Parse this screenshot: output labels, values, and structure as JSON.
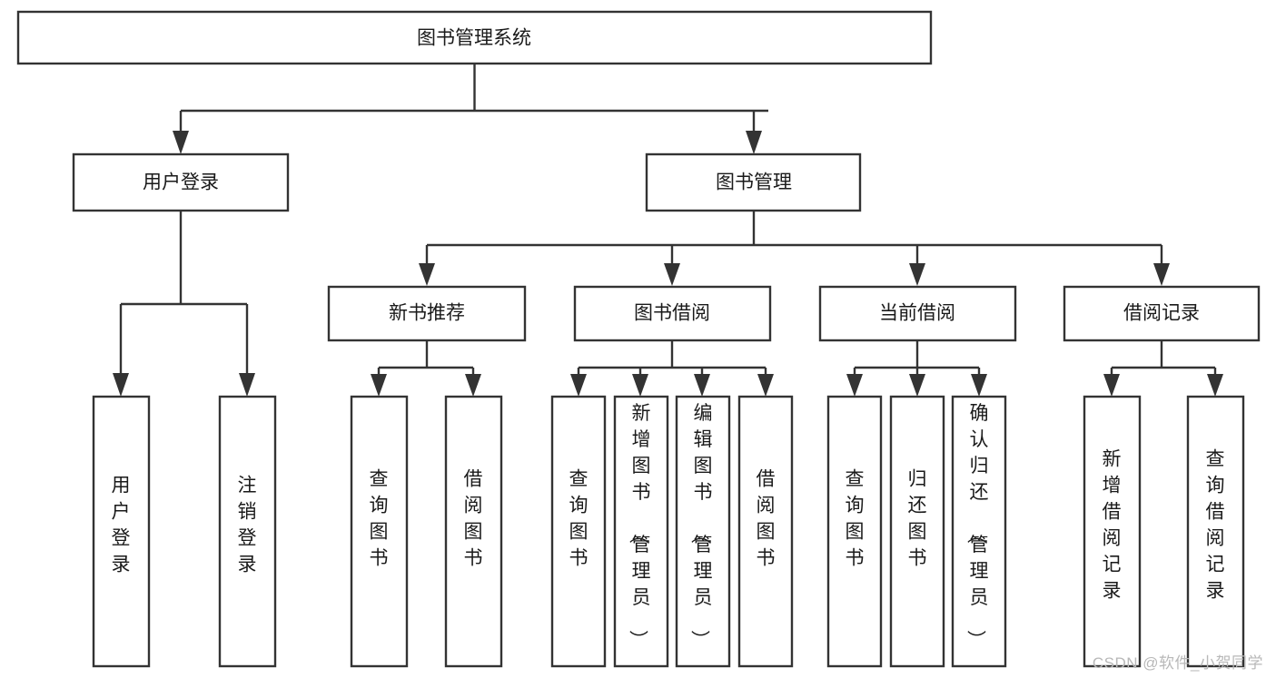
{
  "diagram": {
    "type": "tree",
    "title": "图书管理系统",
    "orientation": "top-down",
    "watermark": "CSDN @软件_小贺同学",
    "colors": {
      "box_fill": "#ffffff",
      "box_stroke": "#333333",
      "text": "#1a1a1a",
      "watermark": "#b8b8b8",
      "background": "#ffffff"
    },
    "nodes": {
      "root": {
        "label": "图书管理系统",
        "level": 0,
        "orientation": "horizontal"
      },
      "n_user_login": {
        "label": "用户登录",
        "level": 1,
        "orientation": "horizontal"
      },
      "n_book_mgmt": {
        "label": "图书管理",
        "level": 1,
        "orientation": "horizontal"
      },
      "n_new_book_rec": {
        "label": "新书推荐",
        "level": 2,
        "orientation": "horizontal"
      },
      "n_book_borrow": {
        "label": "图书借阅",
        "level": 2,
        "orientation": "horizontal"
      },
      "n_current_borrow": {
        "label": "当前借阅",
        "level": 2,
        "orientation": "horizontal"
      },
      "n_borrow_record": {
        "label": "借阅记录",
        "level": 2,
        "orientation": "horizontal"
      },
      "l_user_login": {
        "label": "用户登录",
        "level": 3,
        "orientation": "vertical"
      },
      "l_logout": {
        "label": "注销登录",
        "level": 3,
        "orientation": "vertical"
      },
      "l_query_book_1": {
        "label": "查询图书",
        "level": 3,
        "orientation": "vertical"
      },
      "l_borrow_book_1": {
        "label": "借阅图书",
        "level": 3,
        "orientation": "vertical"
      },
      "l_query_book_2": {
        "label": "查询图书",
        "level": 3,
        "orientation": "vertical"
      },
      "l_add_book": {
        "label": "新增图书（管理员）",
        "level": 3,
        "orientation": "vertical"
      },
      "l_edit_book": {
        "label": "编辑图书（管理员）",
        "level": 3,
        "orientation": "vertical"
      },
      "l_borrow_book_2": {
        "label": "借阅图书",
        "level": 3,
        "orientation": "vertical"
      },
      "l_query_book_3": {
        "label": "查询图书",
        "level": 3,
        "orientation": "vertical"
      },
      "l_return_book": {
        "label": "归还图书",
        "level": 3,
        "orientation": "vertical"
      },
      "l_confirm_return": {
        "label": "确认归还（管理员）",
        "level": 3,
        "orientation": "vertical"
      },
      "l_add_record": {
        "label": "新增借阅记录",
        "level": 3,
        "orientation": "vertical"
      },
      "l_query_record": {
        "label": "查询借阅记录",
        "level": 3,
        "orientation": "vertical"
      }
    },
    "edges": [
      {
        "from": "root",
        "to": "n_user_login"
      },
      {
        "from": "root",
        "to": "n_book_mgmt"
      },
      {
        "from": "n_book_mgmt",
        "to": "n_new_book_rec"
      },
      {
        "from": "n_book_mgmt",
        "to": "n_book_borrow"
      },
      {
        "from": "n_book_mgmt",
        "to": "n_current_borrow"
      },
      {
        "from": "n_book_mgmt",
        "to": "n_borrow_record"
      },
      {
        "from": "n_user_login",
        "to": "l_user_login"
      },
      {
        "from": "n_user_login",
        "to": "l_logout"
      },
      {
        "from": "n_new_book_rec",
        "to": "l_query_book_1"
      },
      {
        "from": "n_new_book_rec",
        "to": "l_borrow_book_1"
      },
      {
        "from": "n_book_borrow",
        "to": "l_query_book_2"
      },
      {
        "from": "n_book_borrow",
        "to": "l_add_book"
      },
      {
        "from": "n_book_borrow",
        "to": "l_edit_book"
      },
      {
        "from": "n_book_borrow",
        "to": "l_borrow_book_2"
      },
      {
        "from": "n_current_borrow",
        "to": "l_query_book_3"
      },
      {
        "from": "n_current_borrow",
        "to": "l_return_book"
      },
      {
        "from": "n_current_borrow",
        "to": "l_confirm_return"
      },
      {
        "from": "n_borrow_record",
        "to": "l_add_record"
      },
      {
        "from": "n_borrow_record",
        "to": "l_query_record"
      }
    ]
  }
}
